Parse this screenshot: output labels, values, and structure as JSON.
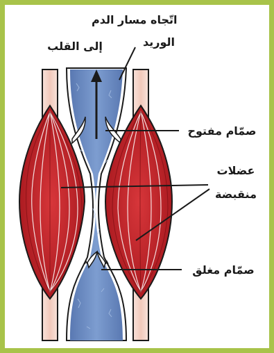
{
  "diagram": {
    "labels": {
      "flow_direction": "اتّجاه مسار الدم",
      "to_heart": "إلى القلب",
      "vein": "الوريد",
      "open_valve": "صمّام مفتوح",
      "muscles_line1": "عضلات",
      "muscles_line2": "منقبضة",
      "closed_valve": "صمّام مغلق"
    },
    "colors": {
      "frame": "#a8c34a",
      "muscle": "#c8242b",
      "vein_blood": "#6f8fc4",
      "tendon": "#f4d3c8"
    }
  }
}
